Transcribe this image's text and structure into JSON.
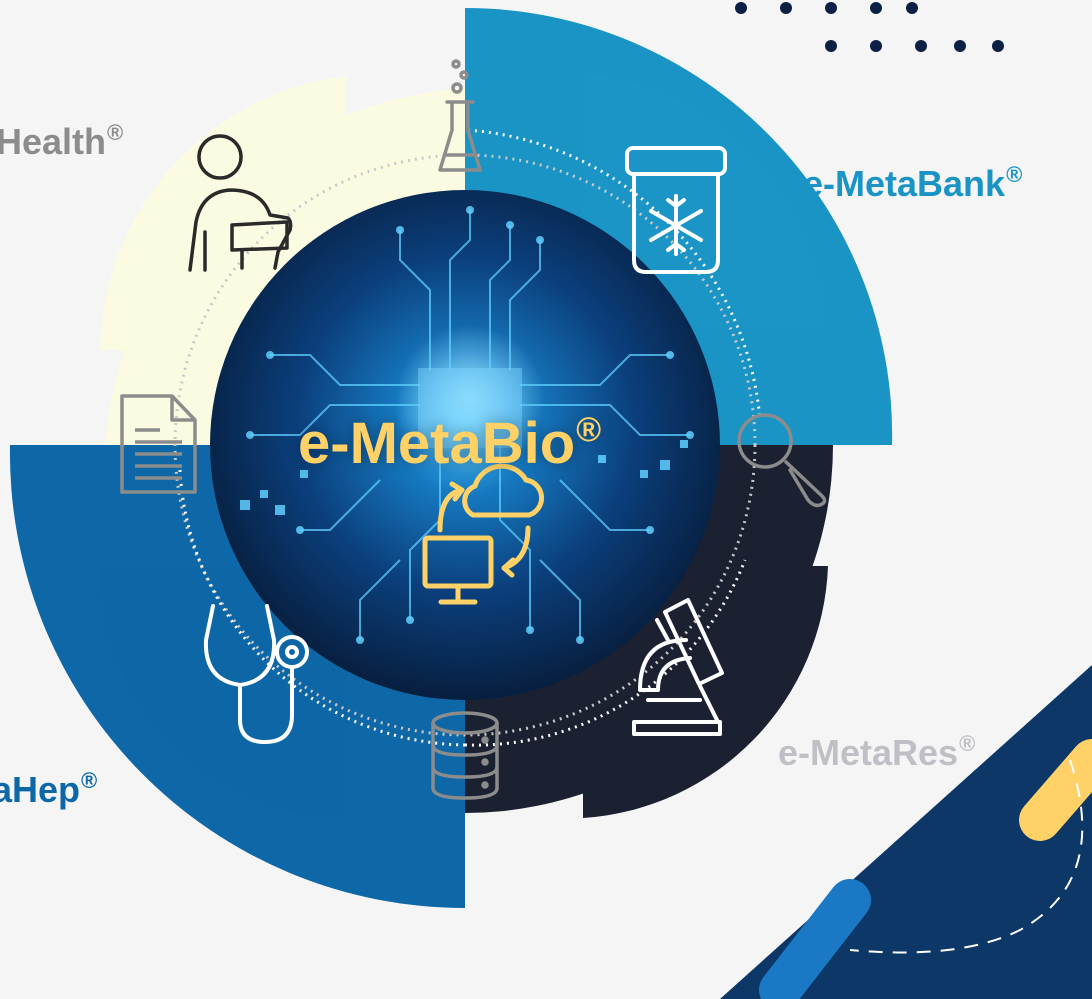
{
  "segments": {
    "health": {
      "name": "Health",
      "color": "#fbfbe2",
      "label_color": "#8c8c8c"
    },
    "bank": {
      "name": "e-MetaBank",
      "color": "#1994c4",
      "label_color": "#1994c4"
    },
    "hep": {
      "name": "aHep",
      "color": "#0e68a8",
      "label_color": "#0e68a8"
    },
    "res": {
      "name": "e-MetaRes",
      "color": "#1c2131",
      "label_color": "#bfbfc6"
    }
  },
  "center": {
    "name": "e-MetaBio",
    "color": "#ffd166"
  },
  "registered_mark": "®",
  "icons": [
    "patient-arm-sling-icon",
    "flask-icon",
    "specimen-freezer-jar-icon",
    "document-icon",
    "magnifier-icon",
    "stethoscope-icon",
    "database-icon",
    "microscope-icon",
    "cloud-computer-sync-icon"
  ]
}
